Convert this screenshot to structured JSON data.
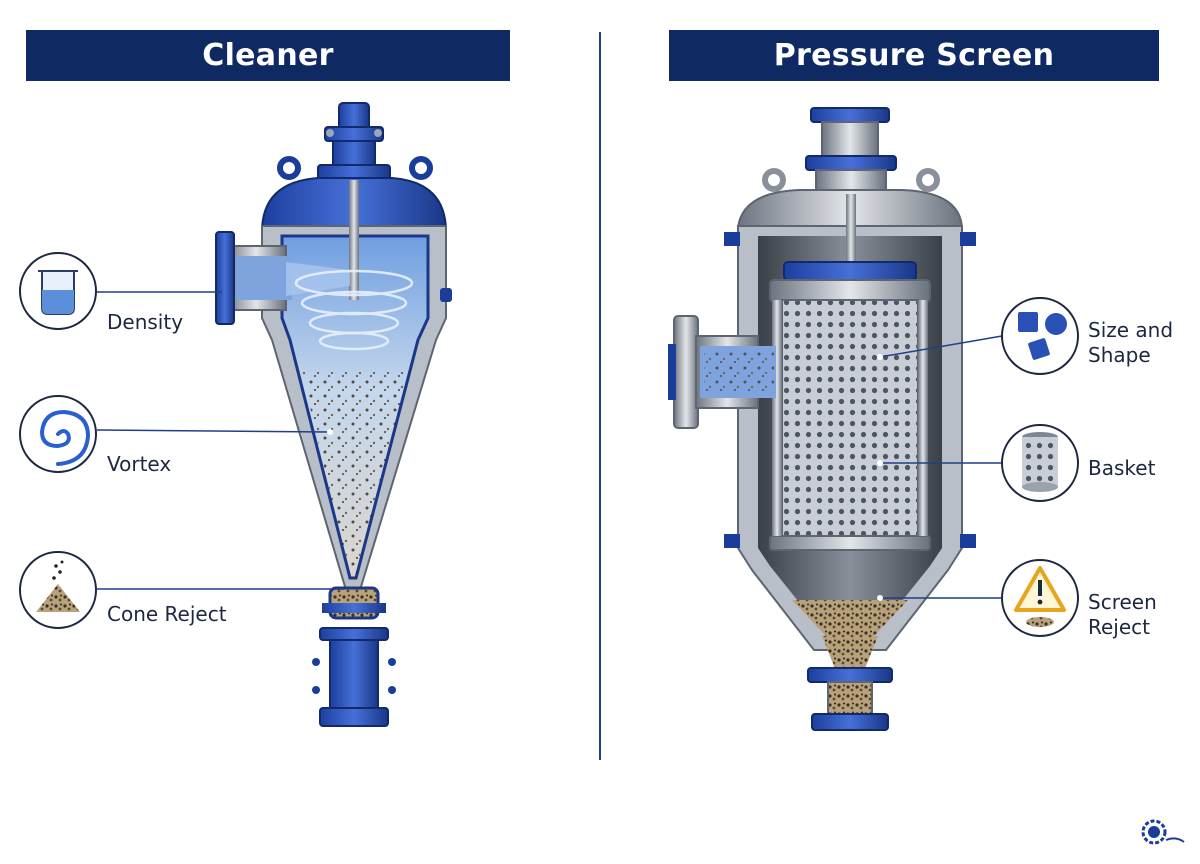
{
  "left_panel": {
    "title": "Cleaner",
    "callouts": [
      {
        "label": "Density",
        "icon": "beaker-icon"
      },
      {
        "label": "Vortex",
        "icon": "spiral-icon"
      },
      {
        "label": "Cone Reject",
        "icon": "particle-pile-icon"
      }
    ]
  },
  "right_panel": {
    "title": "Pressure Screen",
    "callouts": [
      {
        "label": "Size and\nShape",
        "icon": "shapes-icon"
      },
      {
        "label": "Basket",
        "icon": "basket-icon"
      },
      {
        "label": "Screen\nReject",
        "icon": "warning-icon"
      }
    ]
  },
  "colors": {
    "banner": "#0f2a63",
    "steel_blue": "#2a4fb8",
    "steel_gray": "#8f98a6",
    "accent_orange": "#e6a51c",
    "divider": "#1f3f8a"
  },
  "logo_icon": "company-gear-logo-icon"
}
